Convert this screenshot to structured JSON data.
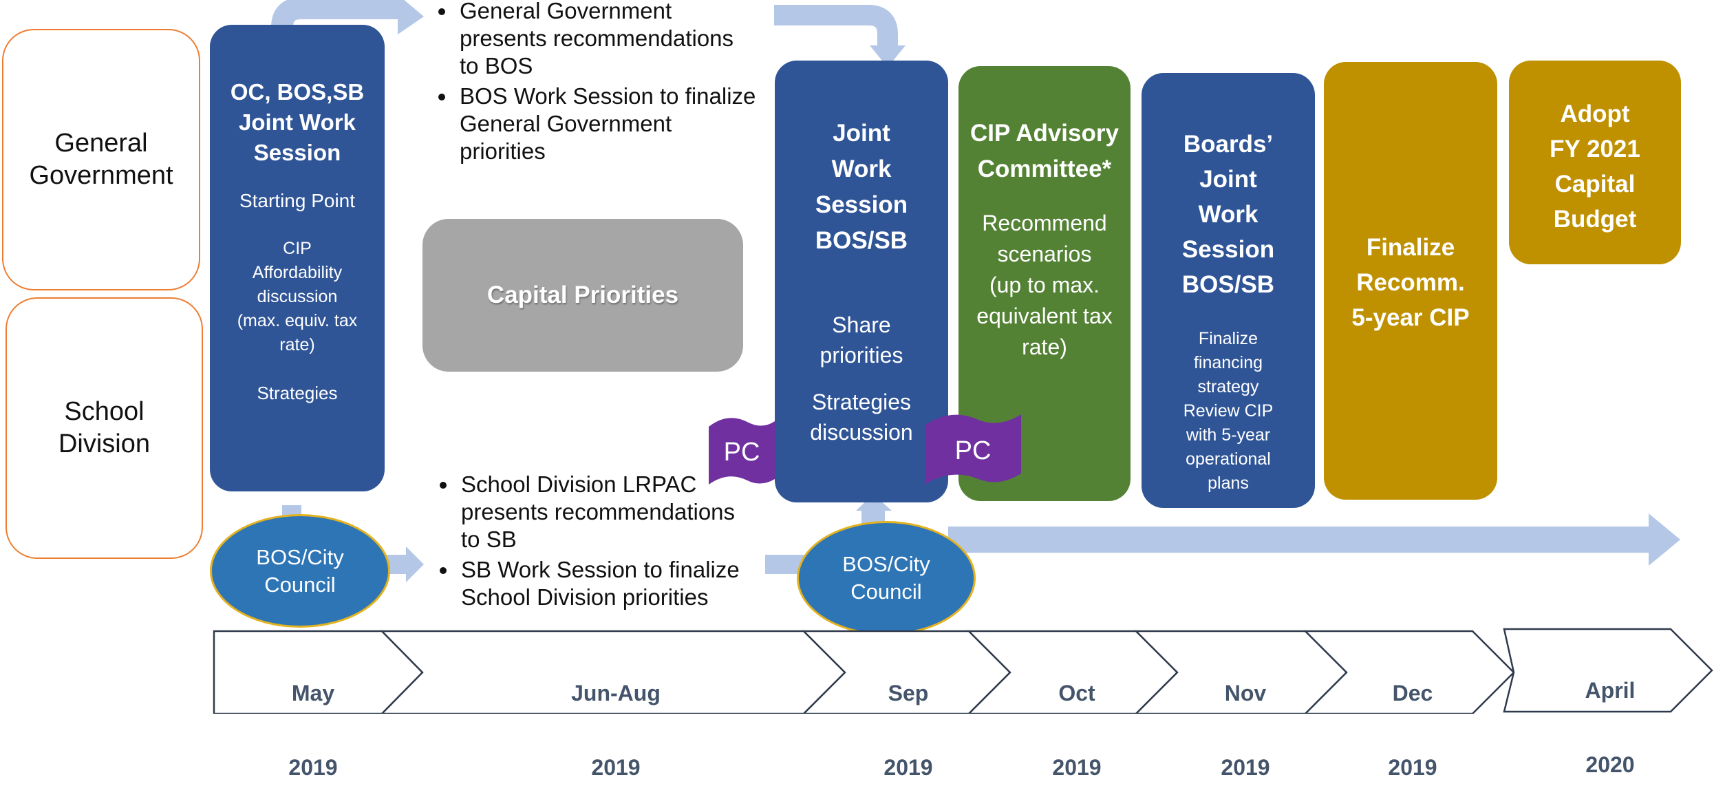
{
  "row_labels": {
    "general_government": "General\nGovernment",
    "school_division": "School\nDivision"
  },
  "may_box": {
    "title": "OC, BOS,SB\nJoint Work\nSession",
    "starting_point": "Starting Point",
    "affordability": "CIP\nAffordability\ndiscussion\n(max. equiv. tax\nrate)",
    "strategies": "Strategies"
  },
  "gg_bullets": [
    "General Government\npresents recommendations\nto BOS",
    "BOS Work Session to finalize\nGeneral Government\npriorities"
  ],
  "sd_bullets": [
    "School Division LRPAC\npresents recommendations\nto SB",
    "SB Work Session to finalize\nSchool Division priorities"
  ],
  "capital_priorities": "Capital Priorities",
  "joint_work_session": {
    "title": "Joint\nWork\nSession\nBOS/SB",
    "share": "Share\npriorities",
    "strategies": "Strategies\ndiscussion"
  },
  "cip_advisory": {
    "title": "CIP Advisory\nCommittee*",
    "body": "Recommend\nscenarios\n(up to max.\nequivalent  tax\nrate)"
  },
  "boards_joint": {
    "title": "Boards’\nJoint\nWork\nSession\nBOS/SB",
    "body": "Finalize\nfinancing\nstrategy\nReview CIP\nwith 5-year\noperational\nplans"
  },
  "finalize": "Finalize\nRecomm.\n5-year CIP",
  "adopt": "Adopt\nFY 2021\nCapital\nBudget",
  "pc_label": "PC",
  "council_label": "BOS/City\nCouncil",
  "timeline": [
    {
      "month": "May",
      "year": "2019"
    },
    {
      "month": "Jun-Aug",
      "year": "2019"
    },
    {
      "month": "Sep",
      "year": "2019"
    },
    {
      "month": "Oct",
      "year": "2019"
    },
    {
      "month": "Nov",
      "year": "2019"
    },
    {
      "month": "Dec",
      "year": "2019"
    },
    {
      "month": "April",
      "year": "2020"
    }
  ],
  "colors": {
    "blue_box": "#2f5597",
    "green_box": "#548235",
    "gold_box": "#bf9000",
    "gray_box": "#a6a6a6",
    "arrow": "#b4c7e7",
    "ellipse": "#2e75b6",
    "ellipse_border": "#e3b21f",
    "pc_flag": "#7030a0",
    "label_border": "#ed7d31",
    "timeline_text": "#44546a"
  }
}
